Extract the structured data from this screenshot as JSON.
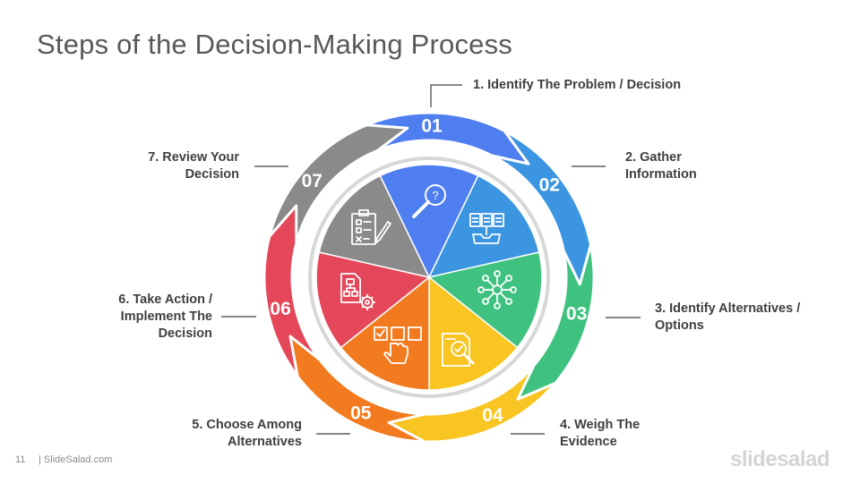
{
  "slide": {
    "title": "Steps of the Decision-Making Process",
    "page_number": "11",
    "source": "| SlideSalad.com",
    "brand": "slidesalad"
  },
  "steps": [
    {
      "number": "01",
      "label_lines": [
        "1. Identify The Problem / Decision"
      ],
      "color": "#4f7ef0",
      "icon": "magnifier-question-icon"
    },
    {
      "number": "02",
      "label_lines": [
        "2. Gather",
        "Information"
      ],
      "color": "#3b95e0",
      "icon": "documents-inbox-icon"
    },
    {
      "number": "03",
      "label_lines": [
        "3. Identify Alternatives /",
        "Options"
      ],
      "color": "#3fc27f",
      "icon": "network-nodes-icon"
    },
    {
      "number": "04",
      "label_lines": [
        "4. Weigh The",
        "Evidence"
      ],
      "color": "#f8c523",
      "icon": "inspect-document-icon"
    },
    {
      "number": "05",
      "label_lines": [
        "5. Choose Among",
        "Alternatives"
      ],
      "color": "#f27b20",
      "icon": "hand-select-checkbox-icon"
    },
    {
      "number": "06",
      "label_lines": [
        "6. Take Action /",
        "Implement The",
        "Decision"
      ],
      "color": "#e5475a",
      "icon": "flowchart-gear-icon"
    },
    {
      "number": "07",
      "label_lines": [
        "7. Review Your",
        "Decision"
      ],
      "color": "#8a8a8a",
      "icon": "clipboard-checklist-icon"
    }
  ]
}
